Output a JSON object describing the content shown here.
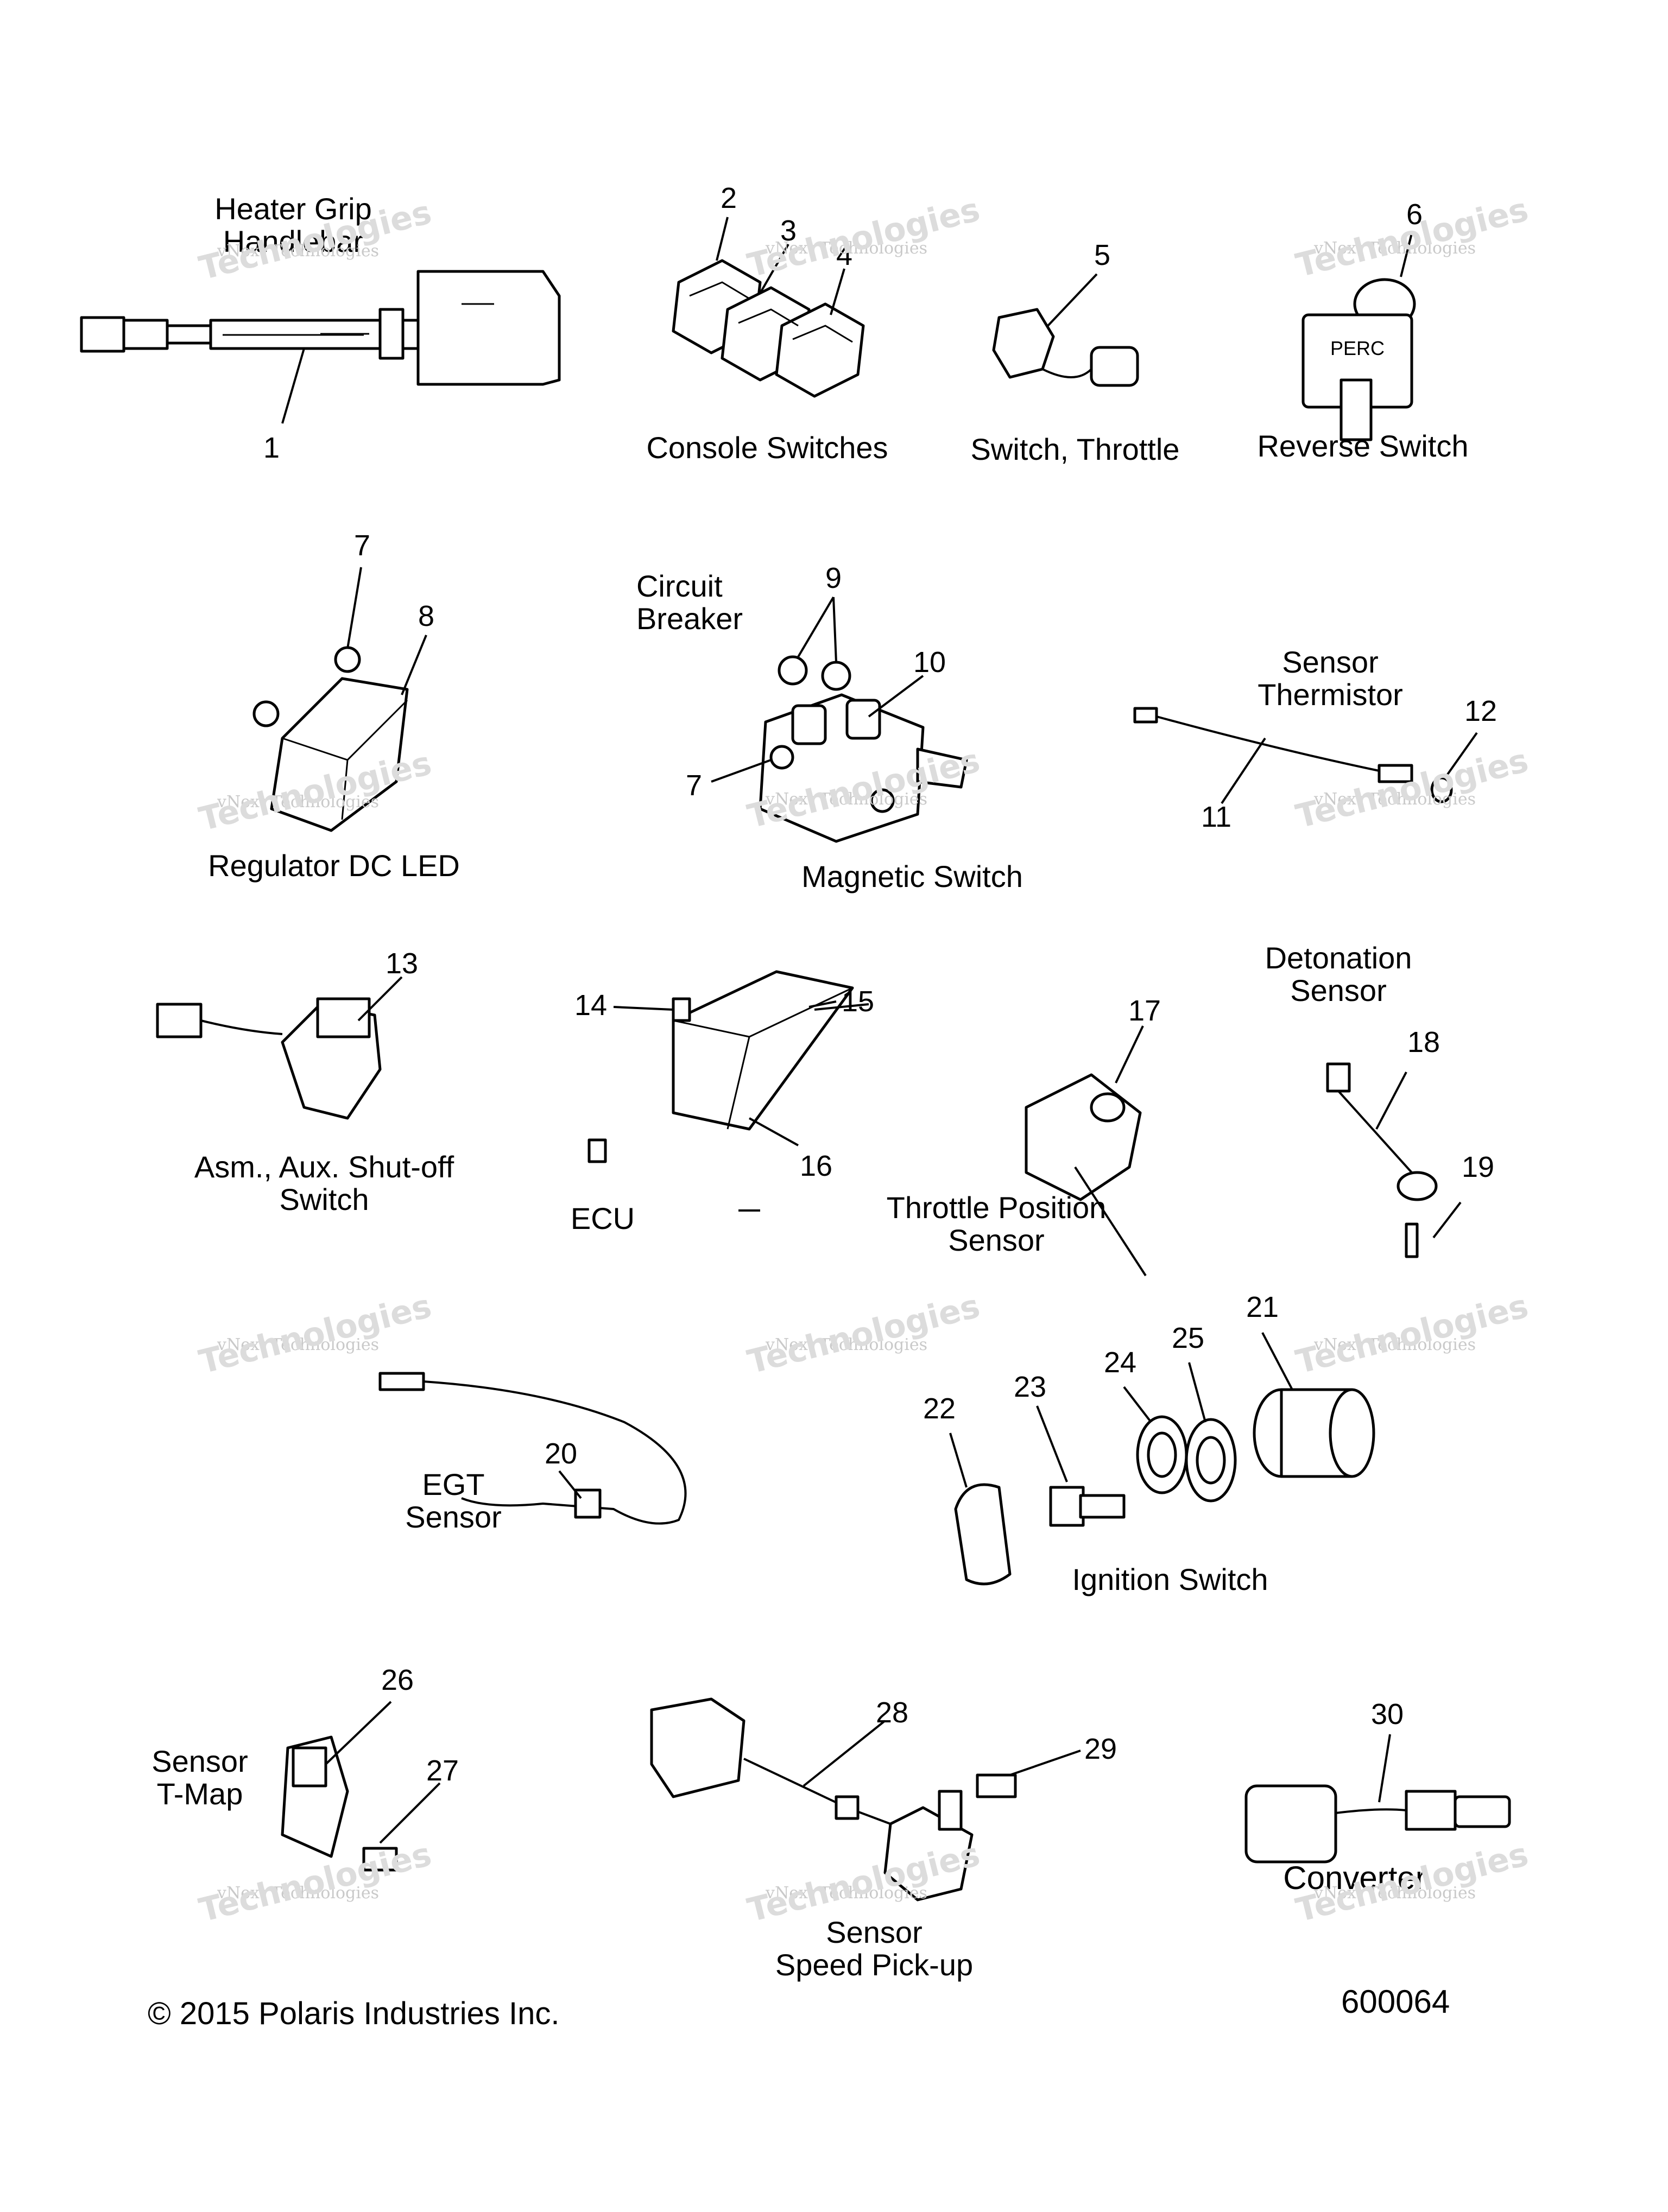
{
  "groups": {
    "heater_grip": "Heater Grip\nHandlebar",
    "console_switches": "Console Switches",
    "switch_throttle": "Switch, Throttle",
    "reverse_switch": "Reverse Switch",
    "perc": "PERC",
    "regulator": "Regulator DC LED",
    "circuit_breaker": "Circuit\nBreaker",
    "magnetic_switch": "Magnetic Switch",
    "sensor_thermistor": "Sensor\nThermistor",
    "aux_shutoff": "Asm., Aux. Shut-off\nSwitch",
    "ecu": "ECU",
    "throttle_position": "Throttle Position\nSensor",
    "detonation": "Detonation\nSensor",
    "egt": "EGT\nSensor",
    "ignition": "Ignition Switch",
    "tmap": "Sensor\nT-Map",
    "speed_pickup": "Sensor\nSpeed Pick-up",
    "converter": "Converter"
  },
  "callouts": [
    "1",
    "2",
    "3",
    "4",
    "5",
    "6",
    "7",
    "8",
    "9",
    "10",
    "11",
    "12",
    "13",
    "14",
    "15",
    "16",
    "17",
    "18",
    "19",
    "20",
    "21",
    "22",
    "23",
    "24",
    "25",
    "26",
    "27",
    "28",
    "29",
    "30",
    "7"
  ],
  "watermark": {
    "line1": "vNext Technologies",
    "line2": "Technologies"
  },
  "footer": {
    "copyright": "2015 Polaris Industries Inc.",
    "copyright_symbol": "©",
    "diagram_id": "600064"
  }
}
